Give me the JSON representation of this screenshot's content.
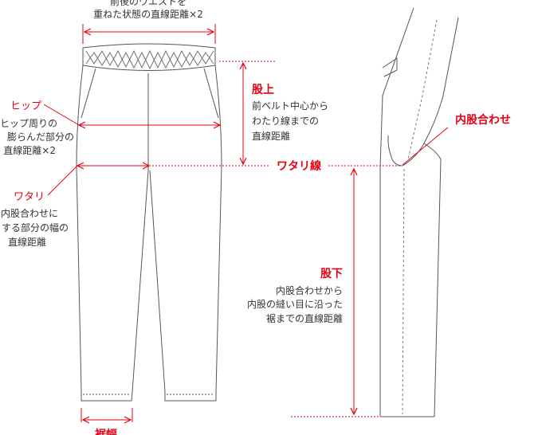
{
  "colors": {
    "accent": "#e60012",
    "outline": "#555555",
    "text": "#333333",
    "pattern": "#666666"
  },
  "waist": {
    "line1": "前後のウエストを",
    "line2": "重ねた状態の直線距離×2"
  },
  "hip": {
    "title": "ヒップ",
    "line1": "ヒップ周りの",
    "line2": "膨らんだ部分の",
    "line3": "直線距離×2"
  },
  "watari": {
    "title": "ワタリ",
    "line1": "内股合わせに",
    "line2": "する部分の幅の",
    "line3": "直線距離"
  },
  "rise": {
    "title": "股上",
    "line1": "前ベルト中心から",
    "line2": "わたり線までの",
    "line3": "直線距離"
  },
  "crotch_line": {
    "label": "ワタリ線"
  },
  "inseam_point": {
    "label": "内股合わせ"
  },
  "inseam": {
    "title": "股下",
    "line1": "内股合わせから",
    "line2": "内股の縫い目に沿った",
    "line3": "裾までの直線距離"
  },
  "hem": {
    "title": "裾幅"
  }
}
